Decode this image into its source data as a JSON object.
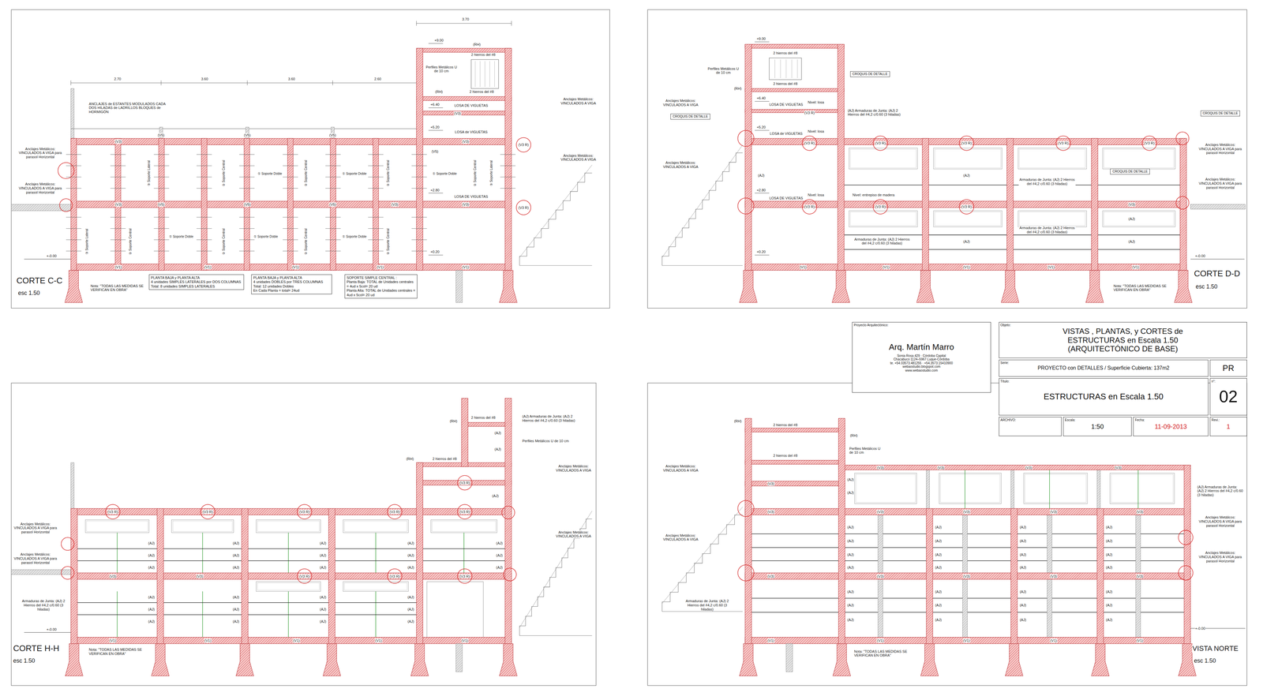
{
  "diagram": {
    "nodes": [
      {
        "text": [
          "PLANTA BAJA y PLANTA ALTA",
          "4 unidades SIMPLES LATERALES por DOS COLUMNAS",
          "Total: 8 unidades SIMPLES LATERALES"
        ]
      },
      {
        "text": [
          "PLANTA BAJA y PLANTA ALTA",
          "4 unidades DOBLES por TRES COLUMNAS",
          "Total: 12 unidades Dobles",
          "En Cada Planta = total= 24ud"
        ]
      },
      {
        "text": [
          "SOPORTE SIMPLE CENTRAL :",
          "Planta Baja: TOTAL de Unidades centrales = 4ud x 5col= 20 ud",
          "Planta Alta: TOTAL de Unidades centrales = 4ud x 5col= 20 ud"
        ]
      },
      {
        "text": [
          "CROQUIS DE DETALLE"
        ]
      },
      {
        "text": [
          "CROQUIS DE DETALLE"
        ]
      },
      {
        "text": [
          "CROQUIS DE DETALLE"
        ]
      },
      {
        "text": [
          "CROQUIS DE DETALLE"
        ]
      },
      {
        "text": [
          "Proyecto Arquitectónico:",
          "Arq. Martín Marro",
          "Sonia Rosa 429 · Córdoba Capital",
          "Chacabuco 1124–5967 Luque-Córdoba",
          "te. +54.03573.481255 · +54.3573.15410900",
          "webaostudio.blogspot.com",
          "www.webaostudio.com"
        ]
      },
      {
        "text": [
          "Objeto:",
          "VISTAS , PLANTAS, y CORTES de ESTRUCTURAS en Escala 1.50 (ARQUITECTÓNICO DE BASE)"
        ]
      },
      {
        "text": [
          "Serie:",
          "PROYECTO con DETALLES / Superficie Cubierta: 137m2"
        ]
      },
      {
        "text": [
          "PR"
        ]
      },
      {
        "text": [
          "Título:",
          "ESTRUCTURAS en Escala 1.50"
        ]
      },
      {
        "text": [
          "n°:",
          "02"
        ]
      },
      {
        "text": [
          "ARCHIVO:"
        ]
      },
      {
        "text": [
          "Escala:",
          "1:50"
        ]
      },
      {
        "text": [
          "Fecha:",
          "11-09-2013"
        ]
      },
      {
        "text": [
          "Revi.:",
          "1"
        ]
      }
    ],
    "labels": [
      "3.70",
      "2.70",
      "3.60",
      "3.60",
      "2.60",
      "+9.00",
      "(RH)",
      "2 hierros del #8",
      "Perfiles Metálicos U de 10 cm",
      "(RH)",
      "2 hierros del #8",
      "+6.40",
      "LOSA DE VIGUETAS",
      "(V3)",
      "+5.20",
      "LOSA de VIGUETAS",
      "(V3)",
      "(V5)",
      "(V5)",
      "(V5)",
      "(V5)",
      "(V3)",
      "(V3 R)",
      "ANCLAJES de ESTANTES MODULADOS CADA DOS HILADAS de LADRILLOS BLOQUES de HORMIGÓN",
      "Anclajes Metálicos: VINCULADOS A VIGA para parasol Horizontal",
      "Anclajes Metálicos: VINCULADOS A VIGA para parasol Horizontal",
      "Anclajes Metálicos: VINCULADOS A VIGA",
      "Anclajes Metálicos: VINCULADOS A VIGA",
      "+2.80",
      "LOSA DE VIGUETAS",
      "(V3)",
      "(V5)",
      "(V5)",
      "(V5)",
      "(V3)",
      "(V3)",
      "(V3 R)",
      "③ Soporte Lateral",
      "② Soporte Central",
      "① Soporte Doble",
      "② Soporte Central",
      "① Soporte Doble",
      "② Soporte Central",
      "① Soporte Doble",
      "② Soporte Central",
      "③ Soporte Lateral",
      "③ Soporte Lateral",
      "② Soporte Central",
      "① Soporte Doble",
      "② Soporte Central",
      "① Soporte Doble",
      "② Soporte Central",
      "① Soporte Doble",
      "② Soporte Central",
      "+0.20",
      "(V1)",
      "(V1)",
      "(V1)",
      "(V1)",
      "(V1)",
      "+-0.00",
      "CORTE C-C",
      "esc 1.50",
      "Nota: \"TODAS LAS MEDIDAS SE VERIFICAN EN OBRA\"",
      "+9.00",
      "2 hierros del #8",
      "Perfiles Metálicos U de 10 cm",
      "2 hierros del #8",
      "(RH)",
      "+6.40",
      "LOSA DE VIGUETAS",
      "(V3 R)",
      "Nivel: losa",
      "Anclajes Metálicos: VINCULADOS A VIGA",
      "+5.20",
      "Nivel: losa",
      "LOSA de VIGUETAS",
      "(V3 R)",
      "(V3 R)",
      "(V3 R)",
      "(V3 R)",
      "(V3 R)",
      "(AJ) Armaduras de Junta: (AJ) 2 Hierros del #4,2 c/0.60 (3 hiladas)",
      "Anclajes Metálicos: VINCULADOS A VIGA",
      "(AJ)",
      "(AJ)",
      "(AJ)",
      "(AJ)",
      "(AJ)",
      "Armaduras de Junta: (AJ) 2 Hierros del #4,2 c/0.60 (3 hiladas)",
      "Armaduras de Junta: (AJ) 2 Hierros del #4,2 c/0.60 (3 hiladas)",
      "Armaduras de Junta: (AJ) 2 Hierros del #4,2 c/0.60 (3 hiladas)",
      "+2.80",
      "Nivel: losa",
      "Nivel: entrepiso de madera",
      "LOSA DE VIGUETAS",
      "(V3 R)",
      "(V3 R)",
      "(V3 R)",
      "(V3)",
      "+0.20",
      "(V1)",
      "(V1)",
      "(V1)",
      "(V1)",
      "(V1)",
      "+-0.00",
      "Anclajes Metálicos: VINCULADOS A VIGA para parasol Horizontal",
      "Anclajes Metálicos: VINCULADOS A VIGA para parasol Horizontal",
      "CORTE D-D",
      "esc 1.50",
      "Nota: \"TODAS LAS MEDIDAS SE VERIFICAN EN OBRA\"",
      "(AJ) Armaduras de Junta: (AJ) 2 Hierros del #4,2 c/0.60 (3 hiladas)",
      "(RH)",
      "2 hierros del #8",
      "(AJ)",
      "(AJ)",
      "(AJ)",
      "Perfiles Metálicos U de 10 cm",
      "(RH)",
      "2 hierros del #8",
      "(V3 R)",
      "Anclajes Metálicos: VINCULADOS A VIGA",
      "Anclajes Metálicos: VINCULADOS A VIGA para parasol Horizontal",
      "Anclajes Metálicos: VINCULADOS A VIGA para parasol Horizontal",
      "(V3 R)",
      "(V3 R)",
      "(V3 R)",
      "(V3 R)",
      "(V3 R)",
      "(AJ)",
      "(AJ)",
      "(AJ)",
      "(AJ)",
      "(AJ)",
      "(AJ)",
      "(AJ)",
      "(AJ)",
      "(AJ)",
      "(AJ)",
      "(AJ)",
      "(AJ)",
      "(AJ)",
      "(AJ)",
      "(AJ)",
      "Anclajes Metálicos: VINCULADOS A VIGA",
      "(V3)",
      "(V3)",
      "(V3 R)",
      "(V3 R)",
      "(V3 R)",
      "Armaduras de Junta: (AJ) 2 Hierros del #4,2 c/0.60 (3 hiladas)",
      "(AJ)",
      "(AJ)",
      "(AJ)",
      "(AJ)",
      "(AJ)",
      "(AJ)",
      "(AJ)",
      "(AJ)",
      "(AJ)",
      "(AJ)",
      "(AJ)",
      "(AJ)",
      "+-0.00",
      "(V1)",
      "(V1)",
      "(V1)",
      "(V1)",
      "(V1)",
      "CORTE H-H",
      "esc 1.50",
      "Nota: \"TODAS LAS MEDIDAS SE VERIFICAN EN OBRA\"",
      "(RH)",
      "2 hierros del #8",
      "2 hierros del #8",
      "Perfiles Metálicos U de 10 cm",
      "(RH)",
      "Anclajes Metálicos: VINCULADOS A VIGA",
      "Anclajes Metálicos: VINCULADOS A VIGA",
      "(V3)",
      "(V3)",
      "(V3)",
      "(V3)",
      "(V3)",
      "(AJ)",
      "(AJ)",
      "(AJ) Armaduras de Junta: (AJ) 2 Hierros del #4,2 c/0.60 (3 hiladas)",
      "Anclajes Metálicos: VINCULADOS A VIGA para parasol Horizontal",
      "Anclajes Metálicos: VINCULADOS A VIGA para parasol Horizontal",
      "(V3)",
      "(V3)",
      "(V3)",
      "(V3)",
      "(V3)",
      "(AJ)",
      "(AJ)",
      "(AJ)",
      "(AJ)",
      "(AJ)",
      "(AJ)",
      "(AJ)",
      "(AJ)",
      "(AJ)",
      "(AJ)",
      "(AJ)",
      "(AJ)",
      "(AJ)",
      "(AJ)",
      "(AJ)",
      "(AJ)",
      "(V3)",
      "(V3)",
      "(V3)",
      "(V3)",
      "(V3)",
      "Armaduras de Junta: (AJ) 2 Hierros del #4,2 c/0.60 (3 hiladas)",
      "(AJ)",
      "(AJ)",
      "(AJ)",
      "(AJ)",
      "(AJ)",
      "(AJ)",
      "(AJ)",
      "(AJ)",
      "(AJ)",
      "(AJ)",
      "(AJ)",
      "(AJ)",
      "+-0.00",
      "(V1)",
      "(V1)",
      "(V1)",
      "(V1)",
      "(V1)",
      "VISTA NORTE",
      "esc 1.50",
      "Nota: \"TODAS LAS MEDIDAS SE VERIFICAN EN OBRA\""
    ]
  }
}
